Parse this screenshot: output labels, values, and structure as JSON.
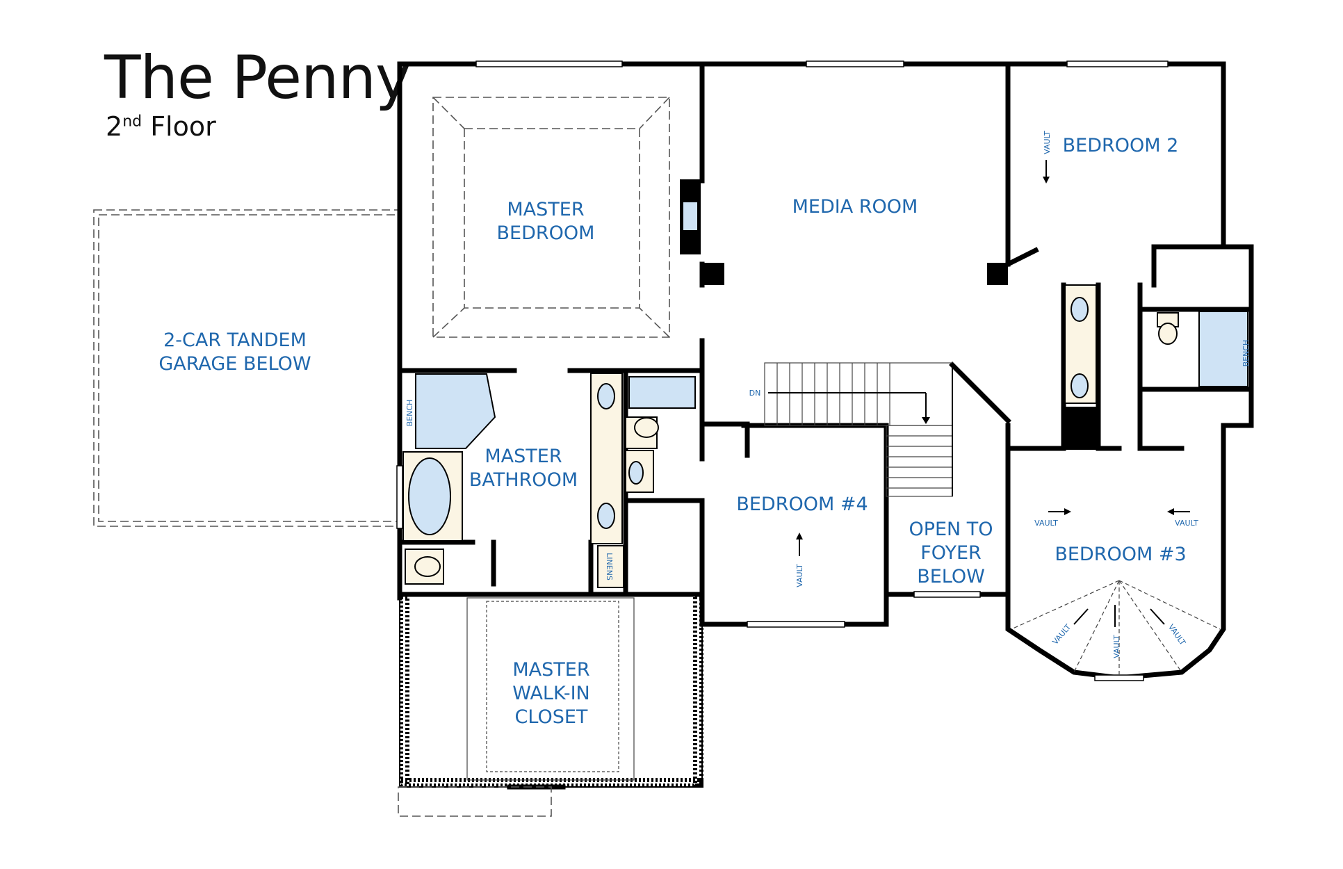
{
  "header": {
    "title": "The Penny",
    "subtitle_num": "2",
    "subtitle_sup": "nd",
    "subtitle_rest": " Floor"
  },
  "rooms": {
    "master_bedroom": [
      "MASTER",
      "BEDROOM"
    ],
    "media_room": [
      "MEDIA ROOM"
    ],
    "bedroom_2": [
      "BEDROOM 2"
    ],
    "garage": [
      "2-CAR TANDEM",
      "GARAGE BELOW"
    ],
    "master_bathroom": [
      "MASTER",
      "BATHROOM"
    ],
    "bedroom_4": [
      "BEDROOM #4"
    ],
    "open_to_foyer": [
      "OPEN TO",
      "FOYER",
      "BELOW"
    ],
    "bedroom_3": [
      "BEDROOM #3"
    ],
    "master_closet": [
      "MASTER",
      "WALK-IN",
      "CLOSET"
    ]
  },
  "small_labels": {
    "bench": "BENCH",
    "linens": "LINENS",
    "vault": "VAULT",
    "dn": "DN"
  },
  "colors": {
    "label": "#1f67ad",
    "wall": "#000000",
    "fixture": "#cfe3f5",
    "counter": "#fbf5e4"
  }
}
